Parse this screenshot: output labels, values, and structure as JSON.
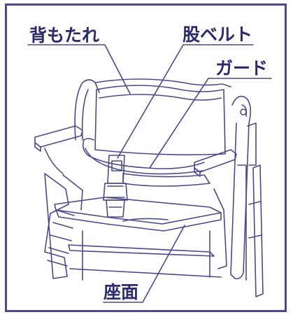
{
  "labels": {
    "backrest": "背もたれ",
    "crotch_belt": "股ベルト",
    "guard": "ガード",
    "seat": "座面"
  },
  "colors": {
    "frame": "#4b4b8c",
    "line": "#4a4a8a",
    "label_text": "#2c2c6c"
  }
}
